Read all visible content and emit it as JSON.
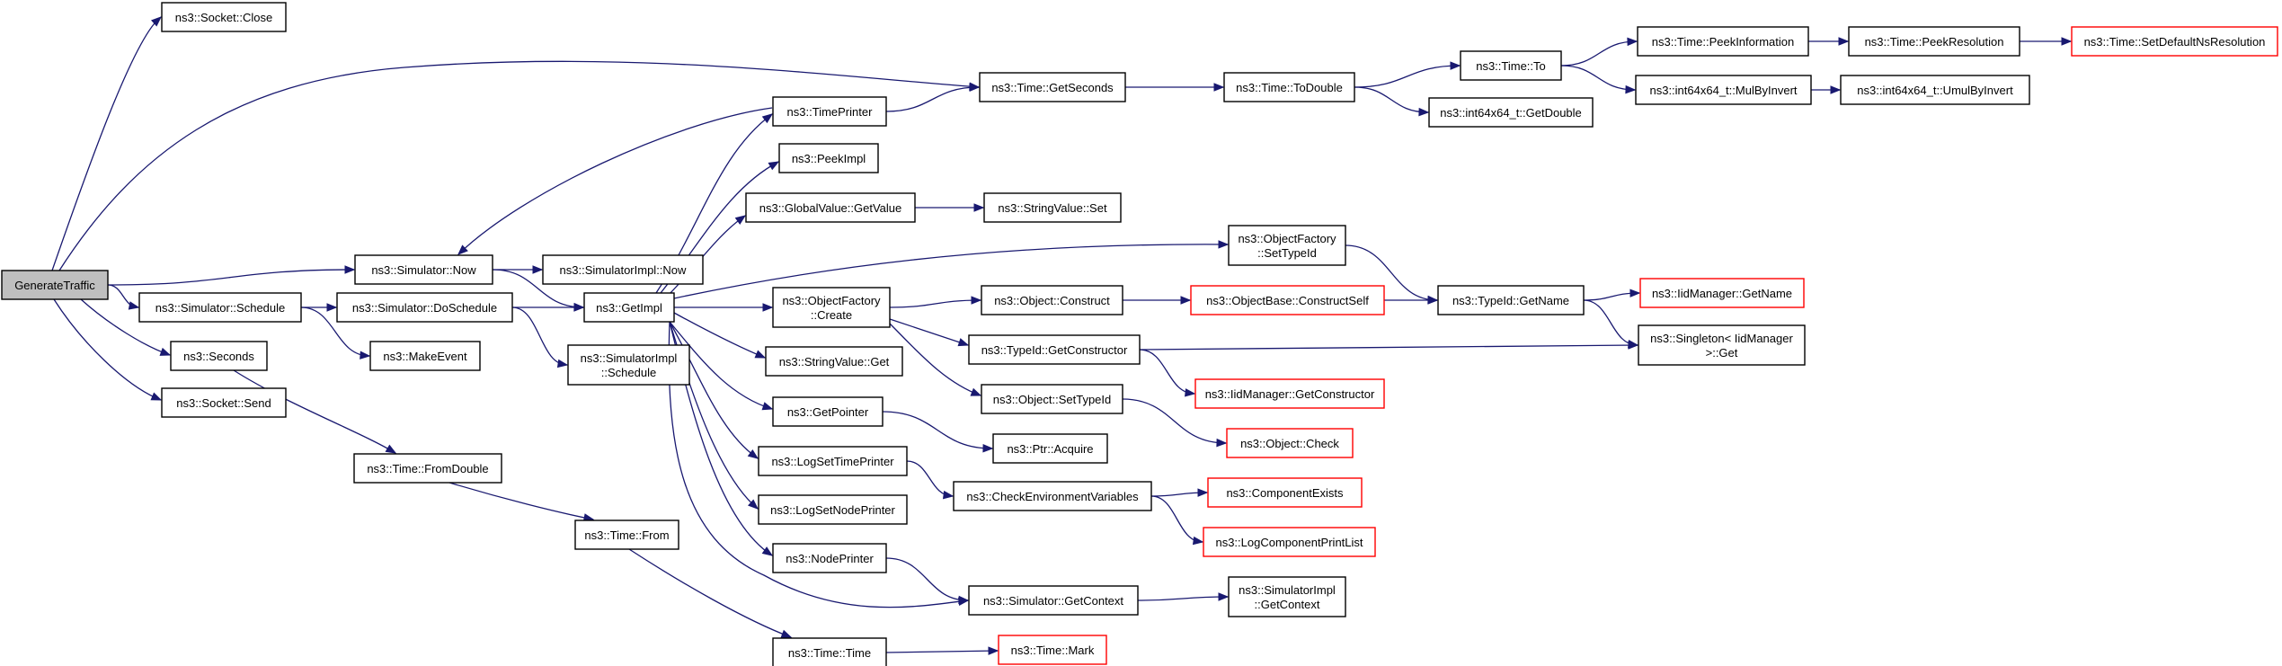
{
  "colors": {
    "edge": "#191970",
    "root_fill": "#bfbfbf",
    "node_border": "#000000",
    "truncated_border": "#ff0000",
    "fill": "#ffffff"
  },
  "nodes": [
    {
      "id": "generate_traffic",
      "lines": [
        "GenerateTraffic"
      ],
      "root": true
    },
    {
      "id": "socket_close",
      "lines": [
        "ns3::Socket::Close"
      ]
    },
    {
      "id": "simulator_now",
      "lines": [
        "ns3::Simulator::Now"
      ]
    },
    {
      "id": "simulator_schedule",
      "lines": [
        "ns3::Simulator::Schedule"
      ]
    },
    {
      "id": "seconds",
      "lines": [
        "ns3::Seconds"
      ]
    },
    {
      "id": "socket_send",
      "lines": [
        "ns3::Socket::Send"
      ]
    },
    {
      "id": "simulatorimpl_now",
      "lines": [
        "ns3::SimulatorImpl::Now"
      ]
    },
    {
      "id": "get_impl",
      "lines": [
        "ns3::GetImpl"
      ]
    },
    {
      "id": "do_schedule",
      "lines": [
        "ns3::Simulator::DoSchedule"
      ]
    },
    {
      "id": "make_event",
      "lines": [
        "ns3::MakeEvent"
      ]
    },
    {
      "id": "simulatorimpl_schedule",
      "lines": [
        "ns3::SimulatorImpl",
        "::Schedule"
      ]
    },
    {
      "id": "time_fromdouble",
      "lines": [
        "ns3::Time::FromDouble"
      ]
    },
    {
      "id": "time_from",
      "lines": [
        "ns3::Time::From"
      ]
    },
    {
      "id": "time_printer",
      "lines": [
        "ns3::TimePrinter"
      ]
    },
    {
      "id": "peek_impl",
      "lines": [
        "ns3::PeekImpl"
      ]
    },
    {
      "id": "globalvalue_getvalue",
      "lines": [
        "ns3::GlobalValue::GetValue"
      ]
    },
    {
      "id": "objectfactory_create",
      "lines": [
        "ns3::ObjectFactory",
        "::Create"
      ]
    },
    {
      "id": "stringvalue_get",
      "lines": [
        "ns3::StringValue::Get"
      ]
    },
    {
      "id": "get_pointer",
      "lines": [
        "ns3::GetPointer"
      ]
    },
    {
      "id": "log_set_time_printer",
      "lines": [
        "ns3::LogSetTimePrinter"
      ]
    },
    {
      "id": "log_set_node_printer",
      "lines": [
        "ns3::LogSetNodePrinter"
      ]
    },
    {
      "id": "node_printer",
      "lines": [
        "ns3::NodePrinter"
      ]
    },
    {
      "id": "time_time",
      "lines": [
        "ns3::Time::Time"
      ]
    },
    {
      "id": "time_getseconds",
      "lines": [
        "ns3::Time::GetSeconds"
      ]
    },
    {
      "id": "stringvalue_set",
      "lines": [
        "ns3::StringValue::Set"
      ]
    },
    {
      "id": "objectfactory_settypeid",
      "lines": [
        "ns3::ObjectFactory",
        "::SetTypeId"
      ]
    },
    {
      "id": "object_construct",
      "lines": [
        "ns3::Object::Construct"
      ]
    },
    {
      "id": "typeid_getconstructor",
      "lines": [
        "ns3::TypeId::GetConstructor"
      ]
    },
    {
      "id": "object_settypeid",
      "lines": [
        "ns3::Object::SetTypeId"
      ]
    },
    {
      "id": "ptr_acquire",
      "lines": [
        "ns3::Ptr::Acquire"
      ]
    },
    {
      "id": "check_env_vars",
      "lines": [
        "ns3::CheckEnvironmentVariables"
      ]
    },
    {
      "id": "simulator_getcontext",
      "lines": [
        "ns3::Simulator::GetContext"
      ]
    },
    {
      "id": "time_mark",
      "lines": [
        "ns3::Time::Mark"
      ],
      "truncated": true
    },
    {
      "id": "time_todouble",
      "lines": [
        "ns3::Time::ToDouble"
      ]
    },
    {
      "id": "objectbase_constructself",
      "lines": [
        "ns3::ObjectBase::ConstructSelf"
      ],
      "truncated": true
    },
    {
      "id": "iidmanager_getconstructor",
      "lines": [
        "ns3::IidManager::GetConstructor"
      ],
      "truncated": true
    },
    {
      "id": "object_check",
      "lines": [
        "ns3::Object::Check"
      ],
      "truncated": true
    },
    {
      "id": "component_exists",
      "lines": [
        "ns3::ComponentExists"
      ],
      "truncated": true
    },
    {
      "id": "log_component_printlist",
      "lines": [
        "ns3::LogComponentPrintList"
      ],
      "truncated": true
    },
    {
      "id": "simulatorimpl_getcontext",
      "lines": [
        "ns3::SimulatorImpl",
        "::GetContext"
      ]
    },
    {
      "id": "time_to",
      "lines": [
        "ns3::Time::To"
      ]
    },
    {
      "id": "int64_getdouble",
      "lines": [
        "ns3::int64x64_t::GetDouble"
      ]
    },
    {
      "id": "typeid_getname",
      "lines": [
        "ns3::TypeId::GetName"
      ]
    },
    {
      "id": "time_peekinformation",
      "lines": [
        "ns3::Time::PeekInformation"
      ]
    },
    {
      "id": "int64_mulbyinvert",
      "lines": [
        "ns3::int64x64_t::MulByInvert"
      ]
    },
    {
      "id": "iidmanager_getname",
      "lines": [
        "ns3::IidManager::GetName"
      ],
      "truncated": true
    },
    {
      "id": "singleton_iidmanager_get",
      "lines": [
        "ns3::Singleton< IidManager",
        ">::Get"
      ]
    },
    {
      "id": "time_peekresolution",
      "lines": [
        "ns3::Time::PeekResolution"
      ]
    },
    {
      "id": "int64_umulbyinvert",
      "lines": [
        "ns3::int64x64_t::UmulByInvert"
      ]
    },
    {
      "id": "time_setdefaultnsresolution",
      "lines": [
        "ns3::Time::SetDefaultNsResolution"
      ],
      "truncated": true
    }
  ],
  "edges": [
    [
      "generate_traffic",
      "socket_close"
    ],
    [
      "generate_traffic",
      "time_getseconds"
    ],
    [
      "generate_traffic",
      "simulator_now"
    ],
    [
      "generate_traffic",
      "simulator_schedule"
    ],
    [
      "generate_traffic",
      "seconds"
    ],
    [
      "generate_traffic",
      "socket_send"
    ],
    [
      "simulator_now",
      "simulatorimpl_now"
    ],
    [
      "simulator_now",
      "get_impl"
    ],
    [
      "simulator_schedule",
      "do_schedule"
    ],
    [
      "simulator_schedule",
      "make_event"
    ],
    [
      "do_schedule",
      "get_impl"
    ],
    [
      "do_schedule",
      "simulatorimpl_schedule"
    ],
    [
      "seconds",
      "time_fromdouble"
    ],
    [
      "time_fromdouble",
      "time_from"
    ],
    [
      "time_from",
      "time_time"
    ],
    [
      "time_time",
      "time_mark"
    ],
    [
      "get_impl",
      "time_printer"
    ],
    [
      "get_impl",
      "peek_impl"
    ],
    [
      "get_impl",
      "globalvalue_getvalue"
    ],
    [
      "get_impl",
      "objectfactory_settypeid"
    ],
    [
      "get_impl",
      "objectfactory_create"
    ],
    [
      "get_impl",
      "stringvalue_get"
    ],
    [
      "get_impl",
      "get_pointer"
    ],
    [
      "get_impl",
      "log_set_time_printer"
    ],
    [
      "get_impl",
      "log_set_node_printer"
    ],
    [
      "get_impl",
      "node_printer"
    ],
    [
      "get_impl",
      "simulator_getcontext"
    ],
    [
      "time_printer",
      "simulator_now"
    ],
    [
      "time_printer",
      "time_getseconds"
    ],
    [
      "globalvalue_getvalue",
      "stringvalue_set"
    ],
    [
      "objectfactory_create",
      "object_construct"
    ],
    [
      "objectfactory_create",
      "typeid_getconstructor"
    ],
    [
      "objectfactory_create",
      "object_settypeid"
    ],
    [
      "get_pointer",
      "ptr_acquire"
    ],
    [
      "log_set_time_printer",
      "check_env_vars"
    ],
    [
      "node_printer",
      "simulator_getcontext"
    ],
    [
      "object_construct",
      "objectbase_constructself"
    ],
    [
      "objectbase_constructself",
      "typeid_getname"
    ],
    [
      "objectfactory_settypeid",
      "typeid_getname"
    ],
    [
      "typeid_getconstructor",
      "singleton_iidmanager_get"
    ],
    [
      "typeid_getconstructor",
      "iidmanager_getconstructor"
    ],
    [
      "object_settypeid",
      "object_check"
    ],
    [
      "check_env_vars",
      "component_exists"
    ],
    [
      "check_env_vars",
      "log_component_printlist"
    ],
    [
      "simulator_getcontext",
      "simulatorimpl_getcontext"
    ],
    [
      "time_getseconds",
      "time_todouble"
    ],
    [
      "time_todouble",
      "time_to"
    ],
    [
      "time_todouble",
      "int64_getdouble"
    ],
    [
      "time_to",
      "time_peekinformation"
    ],
    [
      "time_to",
      "int64_mulbyinvert"
    ],
    [
      "time_peekinformation",
      "time_peekresolution"
    ],
    [
      "time_peekresolution",
      "time_setdefaultnsresolution"
    ],
    [
      "int64_mulbyinvert",
      "int64_umulbyinvert"
    ],
    [
      "typeid_getname",
      "iidmanager_getname"
    ],
    [
      "typeid_getname",
      "singleton_iidmanager_get"
    ]
  ]
}
